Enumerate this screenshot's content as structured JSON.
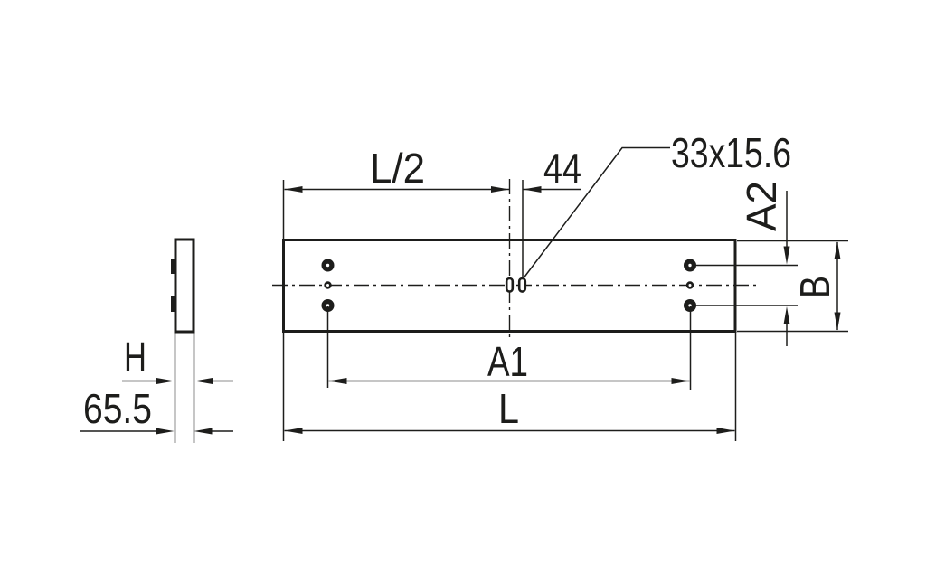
{
  "drawing": {
    "title": "plate mounting dimension drawing",
    "colors": {
      "line": "#1d1d1b",
      "background": "#ffffff"
    },
    "dimensions": {
      "half_length": "L/2",
      "slot_spacing": "44",
      "slot_size": "33x15.6",
      "hole_row_distance": "A2",
      "plate_width": "B",
      "hole_spacing_length": "A1",
      "total_length": "L",
      "thickness": "H",
      "side_depth": "65.5"
    }
  }
}
